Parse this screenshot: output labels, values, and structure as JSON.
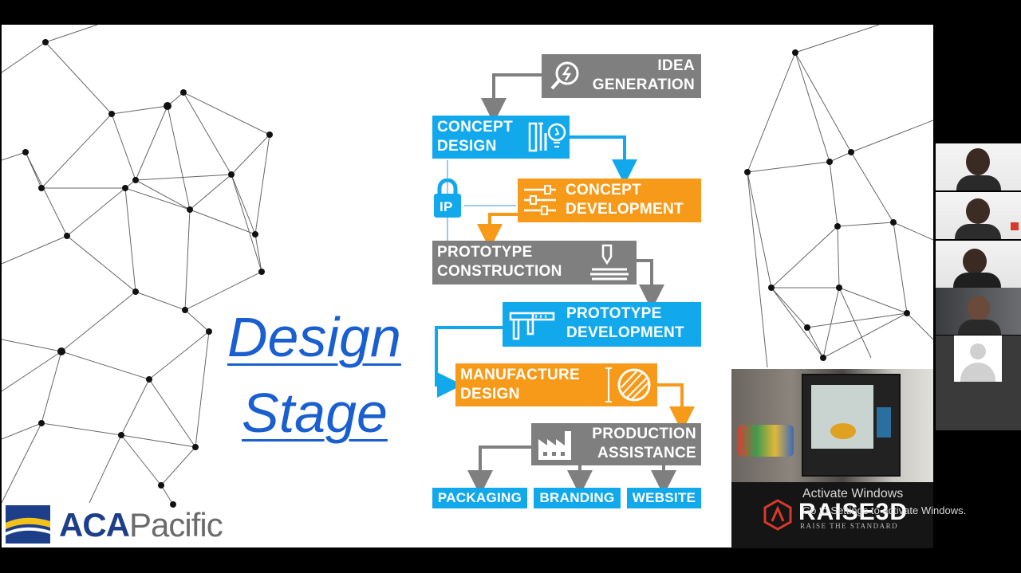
{
  "slide": {
    "title_line1": "Design",
    "title_line2": "Stage",
    "steps": {
      "idea": [
        "IDEA",
        "GENERATION"
      ],
      "concept_design": [
        "CONCEPT",
        "DESIGN"
      ],
      "ip": "IP",
      "concept_development": [
        "CONCEPT",
        "DEVELOPMENT"
      ],
      "prototype_construction": [
        "PROTOTYPE",
        "CONSTRUCTION"
      ],
      "prototype_development": [
        "PROTOTYPE",
        "DEVELOPMENT"
      ],
      "manufacture_design": [
        "MANUFACTURE",
        "DESIGN"
      ],
      "production_assistance": [
        "PRODUCTION",
        "ASSISTANCE"
      ],
      "packaging": "PACKAGING",
      "branding": "BRANDING",
      "website": "WEBSITE"
    },
    "logo": {
      "part1": "ACA",
      "part2": "Pacific"
    },
    "colors": {
      "gray": "#7f7f7f",
      "blue": "#12a9ec",
      "orange": "#f79a1a",
      "title": "#1a5fd0"
    }
  },
  "video": {
    "brand": "RAISE3D",
    "tagline": "RAISE THE STANDARD"
  },
  "watermark": {
    "line1": "Activate Windows",
    "line2": "Go to Settings to activate Windows."
  }
}
